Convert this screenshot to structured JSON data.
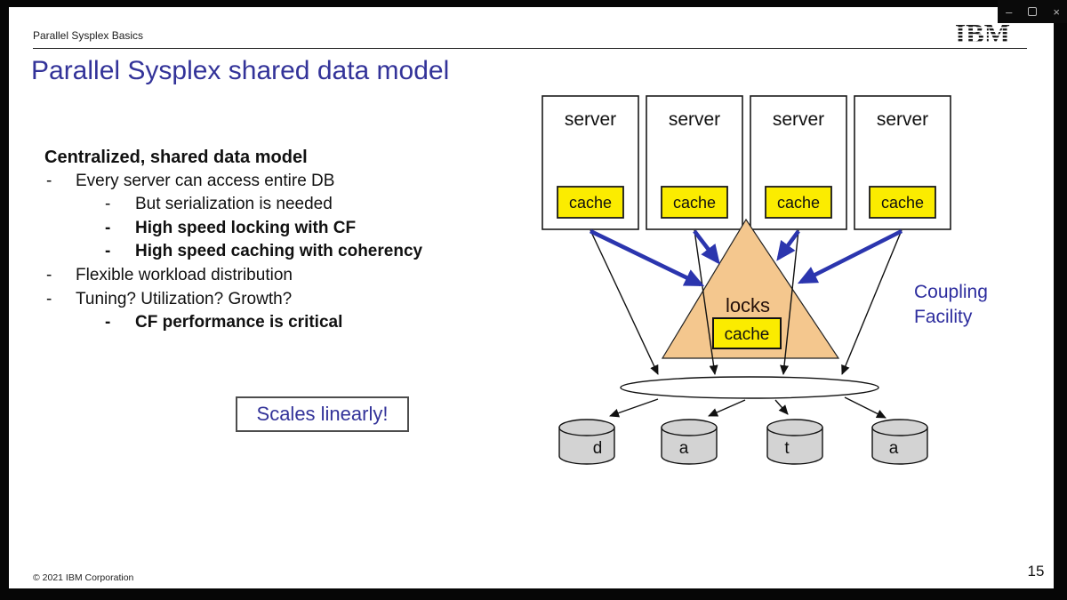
{
  "window": {
    "minimize_label": "–",
    "close_label": "×"
  },
  "slide": {
    "eyebrow": "Parallel Sysplex Basics",
    "logo_text": "IBM",
    "title": "Parallel Sysplex shared data model",
    "bullet_marker": "-",
    "bullets": [
      {
        "text": "Centralized, shared data model",
        "level": 0,
        "bold": true
      },
      {
        "text": "Every server can access entire DB",
        "level": 1,
        "bold": false
      },
      {
        "text": "But serialization is needed",
        "level": 2,
        "bold": false
      },
      {
        "text": "High speed locking with CF",
        "level": 2,
        "bold": true
      },
      {
        "text": "High speed caching with coherency",
        "level": 2,
        "bold": true
      },
      {
        "text": "Flexible workload distribution",
        "level": 1,
        "bold": false
      },
      {
        "text": "Tuning? Utilization? Growth?",
        "level": 1,
        "bold": false
      },
      {
        "text": "CF performance is critical",
        "level": 2,
        "bold": true
      }
    ],
    "callout": "Scales linearly!",
    "copyright": "© 2021 IBM Corporation",
    "page_number": "15"
  },
  "diagram": {
    "server_label": "server",
    "cache_label": "cache",
    "locks_label": "locks",
    "coupling_line1": "Coupling",
    "coupling_line2": "Facility",
    "disks": [
      "d",
      "a",
      "t",
      "a"
    ],
    "colors": {
      "accent_blue": "#333399",
      "arrow_blue": "#2B35AE",
      "cache_yellow": "#FBEC00",
      "triangle_tan": "#F4C78E",
      "disk_gray": "#D3D3D3"
    }
  }
}
